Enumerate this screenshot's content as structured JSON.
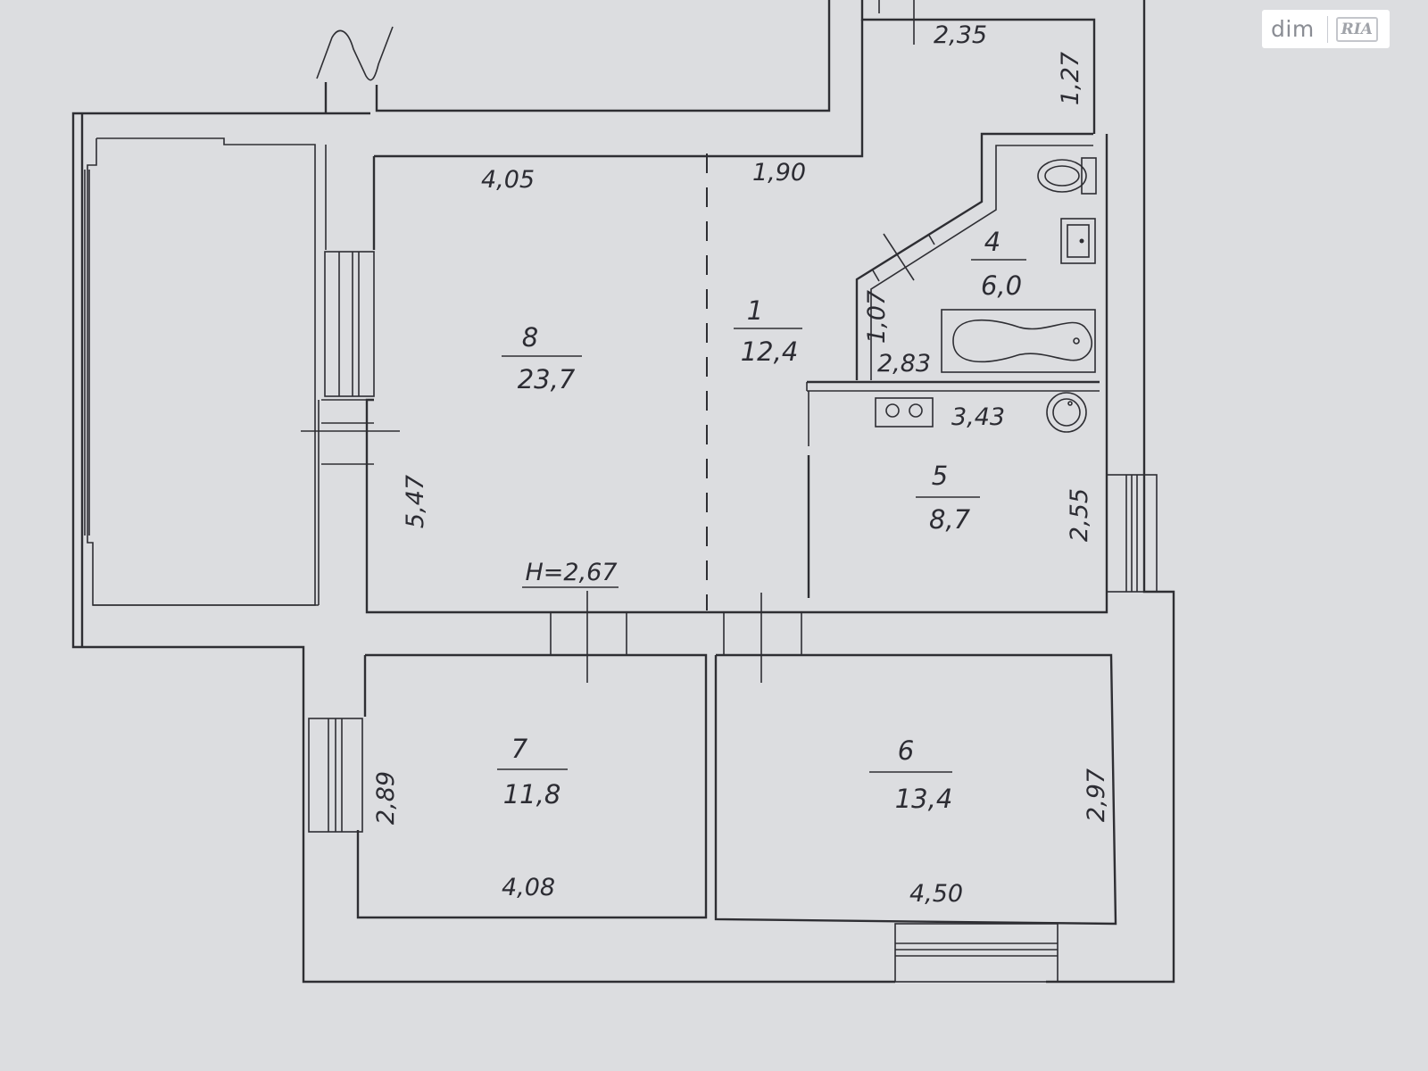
{
  "watermark": {
    "brand": "dim",
    "mark": "RIA"
  },
  "rooms": [
    {
      "number": "8",
      "area": "23,7"
    },
    {
      "number": "1",
      "area": "12,4"
    },
    {
      "number": "4",
      "area": "6,0"
    },
    {
      "number": "5",
      "area": "8,7"
    },
    {
      "number": "7",
      "area": "11,8"
    },
    {
      "number": "6",
      "area": "13,4"
    }
  ],
  "dimensions": {
    "top_small": "2,35",
    "top_right": "1,27",
    "room8_width": "4,05",
    "room1_width": "1,90",
    "bath_diag": "1,07",
    "bath_len": "2,83",
    "kitchen_len": "3,43",
    "kitchen_side": "2,55",
    "room8_height": "5,47",
    "ceiling": "H=2,67",
    "room7_side": "2,89",
    "room7_width": "4,08",
    "room6_side": "2,97",
    "room6_width": "4,50"
  }
}
